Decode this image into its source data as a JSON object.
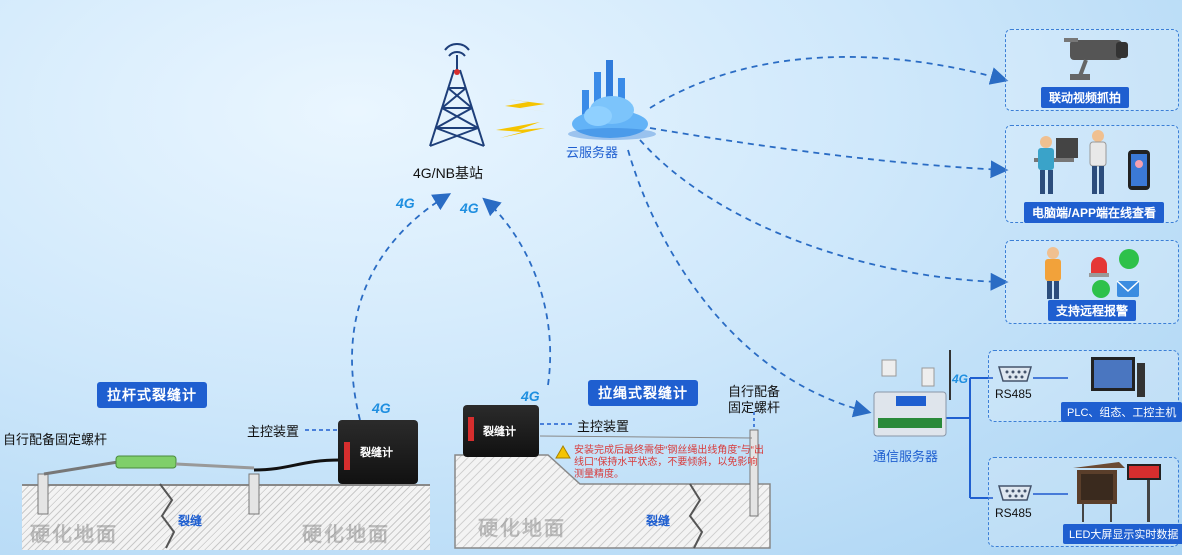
{
  "tower": {
    "label": "4G/NB基站"
  },
  "cloud": {
    "label": "云服务器"
  },
  "badges": [
    "4G",
    "4G",
    "4G",
    "4G",
    "4G"
  ],
  "left_meter": {
    "title": "拉杆式裂缝计",
    "main_device_label": "主控装置",
    "bolt_label": "自行配备固定螺杆",
    "device_text": "裂缝计",
    "ground_text_1": "硬化地面",
    "ground_text_2": "硬化地面",
    "crack_text": "裂缝"
  },
  "right_meter": {
    "title": "拉绳式裂缝计",
    "main_device_label": "主控装置",
    "bolt_label_line1": "自行配备",
    "bolt_label_line2": "固定螺杆",
    "device_text": "裂缝计",
    "note": "安装完成后最终需使“钢丝绳出线角度”与“出线口”保持水平状态，不要倾斜，以免影响测量精度。",
    "ground_text": "硬化地面",
    "crack_text": "裂缝"
  },
  "panels": {
    "video": {
      "caption": "联动视频抓拍",
      "icon": "camera-icon"
    },
    "online": {
      "caption": "电脑端/APP端在线查看",
      "icon": "people-computer-icon"
    },
    "alarm": {
      "caption": "支持远程报警",
      "icon": "alarm-icon"
    },
    "plc": {
      "caption": "PLC、组态、工控主机",
      "port": "RS485"
    },
    "led": {
      "caption": "LED大屏显示实时数据",
      "port": "RS485"
    }
  },
  "comm_server": {
    "label": "通信服务器"
  },
  "colors": {
    "accent": "#1f5fd0",
    "dashed_line": "#2a6cc4",
    "alert": "#d83a3a"
  }
}
